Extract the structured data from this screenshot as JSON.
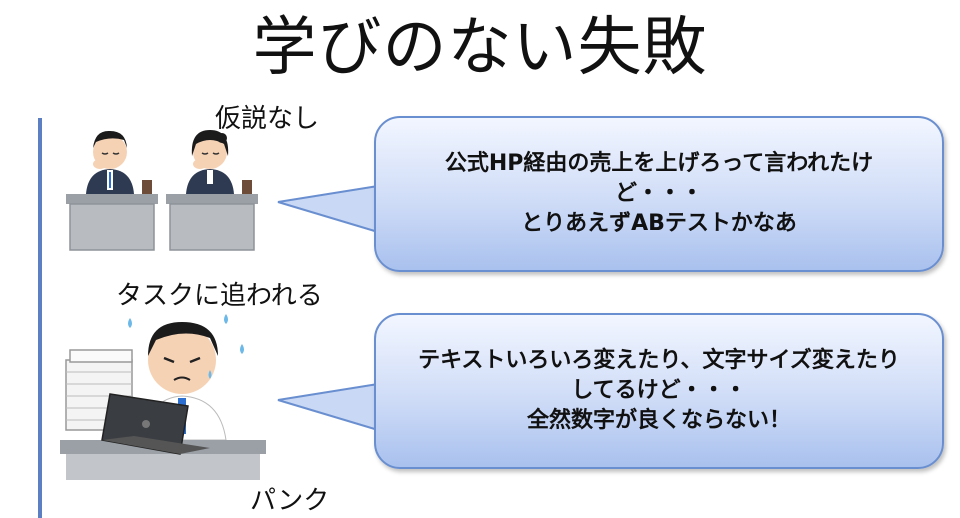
{
  "title": "学びのない失敗",
  "sections": [
    {
      "label": "仮説なし",
      "bubble_lines": [
        "公式HP経由の売上を上げろって言われたけ",
        "ど・・・",
        "とりあえずABテストかなあ"
      ]
    },
    {
      "label": "タスクに追われる",
      "bubble_lines": [
        "テキストいろいろ変えたり、文字サイズ変えたり",
        "してるけど・・・",
        "全然数字が良くならない！"
      ]
    },
    {
      "label": "パンク"
    }
  ],
  "colors": {
    "timeline": "#5b7fc2",
    "bubble_border": "#6a8fd0",
    "bubble_fill": "#cfdcf7"
  }
}
